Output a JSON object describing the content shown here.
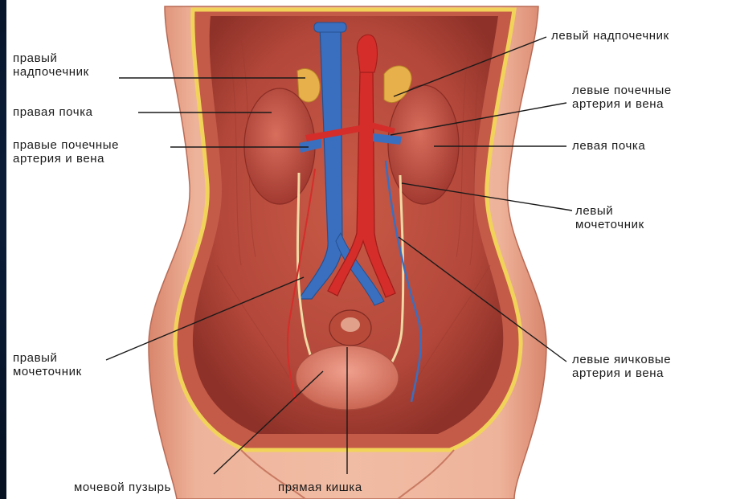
{
  "labels": {
    "right_adrenal": "правый\nнадпочечник",
    "right_kidney": "правая почка",
    "right_renal_vessels": "правые почечные\nартерия и вена",
    "right_ureter": "правый\nмочеточник",
    "bladder": "мочевой пузырь",
    "rectum": "прямая кишка",
    "left_adrenal": "левый надпочечник",
    "left_renal_vessels": "левые почечные\nартерия и вена",
    "left_kidney": "левая почка",
    "left_ureter": "левый\nмочеточник",
    "left_testicular_vessels": "левые яичковые\nартерия и вена"
  },
  "colors": {
    "background": "#07152a",
    "panel": "#ffffff",
    "body_skin": "#e7a28a",
    "cavity": "#b84a3a",
    "kidney": "#b9463c",
    "adrenal": "#e8b04a",
    "artery": "#d42d2a",
    "vein": "#3a6fc0",
    "ureter": "#f0d9a4",
    "fat_stripe": "#f2d35a",
    "leader_line": "#1a1a1a"
  }
}
